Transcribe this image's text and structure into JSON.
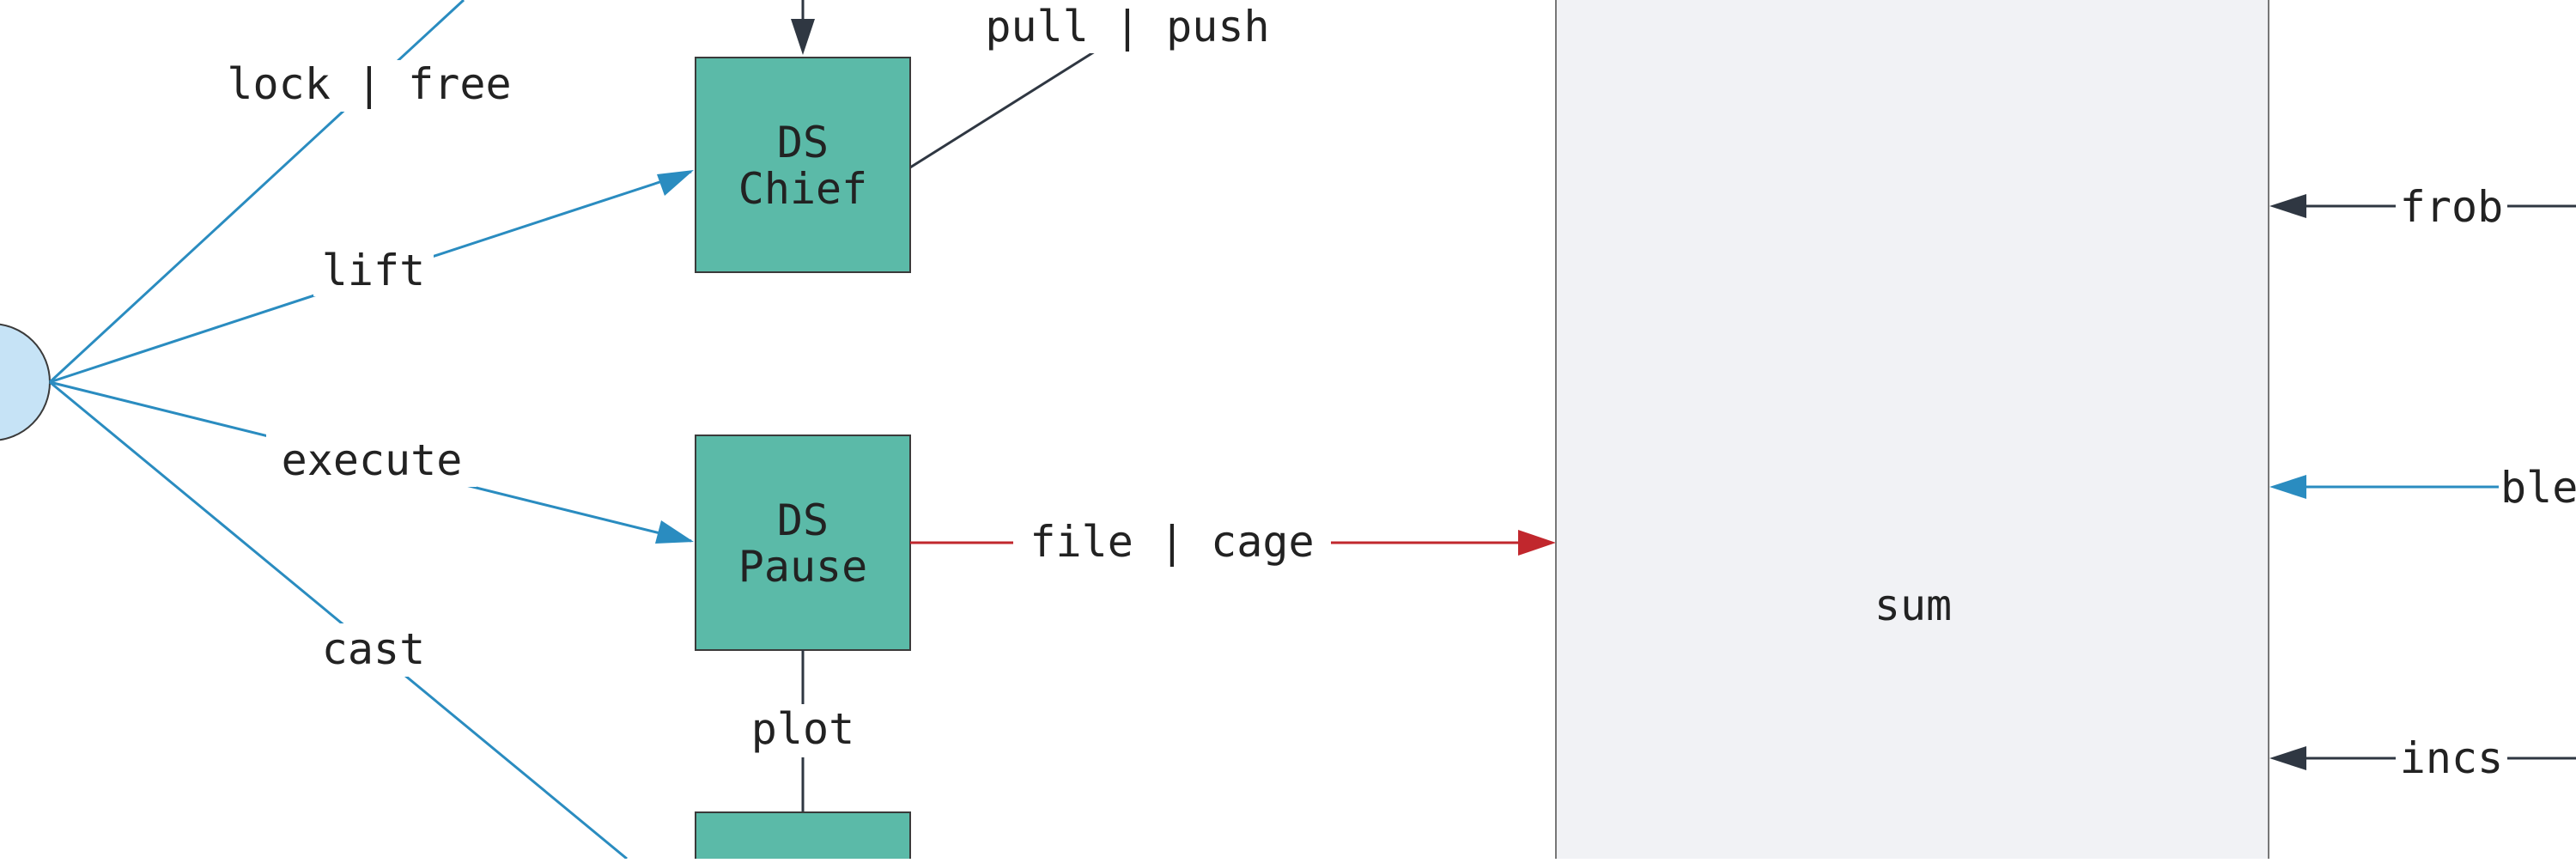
{
  "colors": {
    "background": "#ffffff",
    "node_fill": "#5bbaa8",
    "node_stroke": "#3a3a3a",
    "panel_fill": "#f1f2f5",
    "panel_stroke": "#777777",
    "circle_fill": "#c6e3f6",
    "blue_edge": "#2a8cc0",
    "red_edge": "#c1272d",
    "dark_edge": "#2f3742"
  },
  "nodes": {
    "chief": {
      "line1": "DS",
      "line2": "Chief"
    },
    "pause": {
      "line1": "DS",
      "line2": "Pause"
    },
    "sum": {
      "label": "sum"
    }
  },
  "edges": {
    "lock_free": "lock | free",
    "lift": "lift",
    "execute": "execute",
    "cast": "cast",
    "pull_push": "pull | push",
    "file_cage": "file | cage",
    "plot": "plot",
    "frob": "frob",
    "ble": "ble",
    "incs": "incs"
  }
}
